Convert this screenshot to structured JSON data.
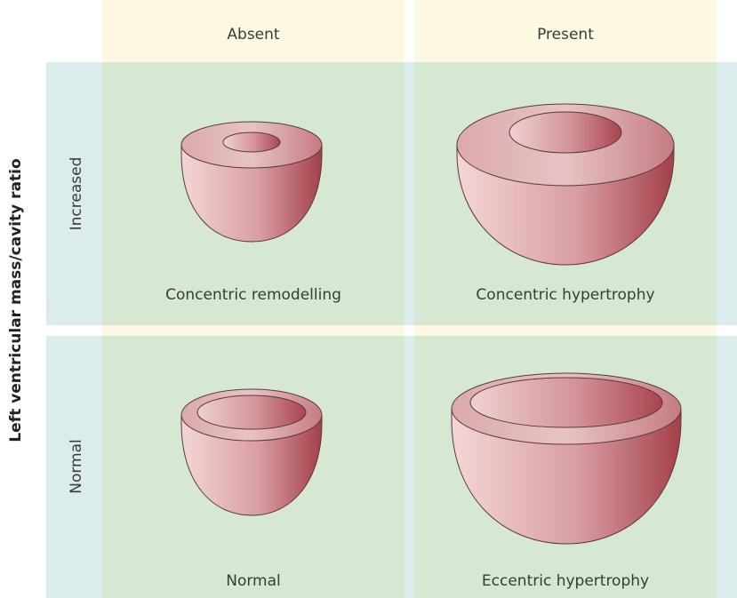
{
  "columns": [
    {
      "label": "Absent"
    },
    {
      "label": "Present"
    }
  ],
  "rows": [
    {
      "label": "Increased"
    },
    {
      "label": "Normal"
    }
  ],
  "axis_title": "Left ventricular mass/cavity ratio",
  "cells": [
    {
      "caption": "Concentric remodelling"
    },
    {
      "caption": "Concentric hypertrophy"
    },
    {
      "caption": "Normal"
    },
    {
      "caption": "Eccentric hypertrophy"
    }
  ],
  "colors": {
    "header_strip": "#fcf8e1",
    "row_strip": "#daeceb",
    "cell": "#d6e8d2",
    "ventricle_light": "#f2d2d4",
    "ventricle_dark": "#a8434b"
  }
}
